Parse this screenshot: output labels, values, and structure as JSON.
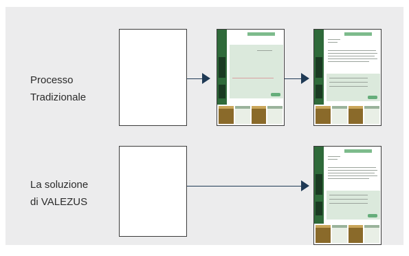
{
  "rows": [
    {
      "label_lines": [
        "Processo",
        "Tradizionale"
      ]
    },
    {
      "label_lines": [
        "La soluzione",
        "di VALEZUS"
      ]
    }
  ],
  "colors": {
    "panel": "#ececed",
    "arrow": "#1f3a55",
    "doc_accent": "#2f6a3a"
  }
}
